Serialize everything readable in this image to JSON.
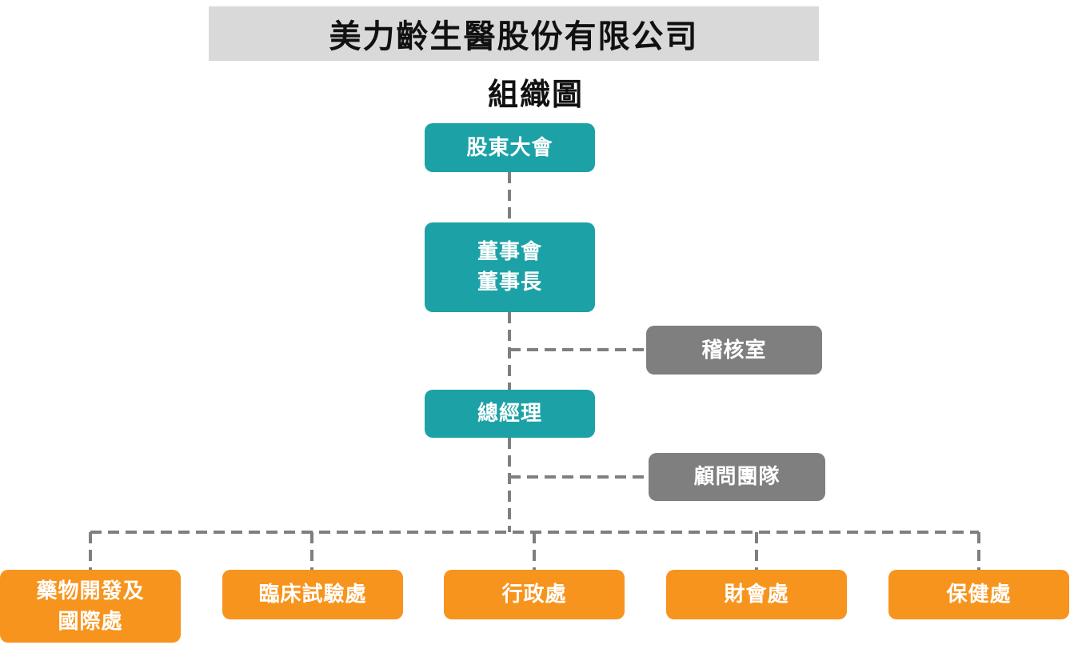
{
  "company_name": "美力齡生醫股份有限公司",
  "chart_title": "組織圖",
  "nodes": {
    "shareholders": "股東大會",
    "board_line1": "董事會",
    "board_line2": "董事長",
    "audit": "稽核室",
    "general_manager": "總經理",
    "advisory": "顧問團隊",
    "drug_dev_line1": "藥物開發及",
    "drug_dev_line2": "國際處",
    "clinical": "臨床試驗處",
    "admin": "行政處",
    "finance": "財會處",
    "health": "保健處"
  },
  "colors": {
    "executive": "#1ca2a6",
    "staff_unit": "#7f7f7f",
    "department": "#f7941d",
    "connector": "#7f7f7f",
    "title_bg": "#d9d9d9"
  }
}
